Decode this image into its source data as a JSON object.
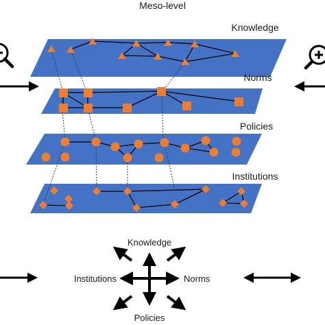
{
  "figure": {
    "title": "Meso-level",
    "layers": [
      {
        "label": "Knowledge",
        "node_shape": "triangle"
      },
      {
        "label": "Norms",
        "node_shape": "square"
      },
      {
        "label": "Policies",
        "node_shape": "circle"
      },
      {
        "label": "Institutions",
        "node_shape": "diamond"
      }
    ],
    "cross": {
      "top": "Knowledge",
      "left": "Institutions",
      "right": "Norms",
      "bottom": "Policies"
    },
    "side_icons": {
      "left": "zoom-out-magnifier-icon",
      "right": "zoom-in-magnifier-icon"
    },
    "colors": {
      "plane": "#4472c4",
      "node": "#ed7d31",
      "edge": "#000000"
    }
  }
}
